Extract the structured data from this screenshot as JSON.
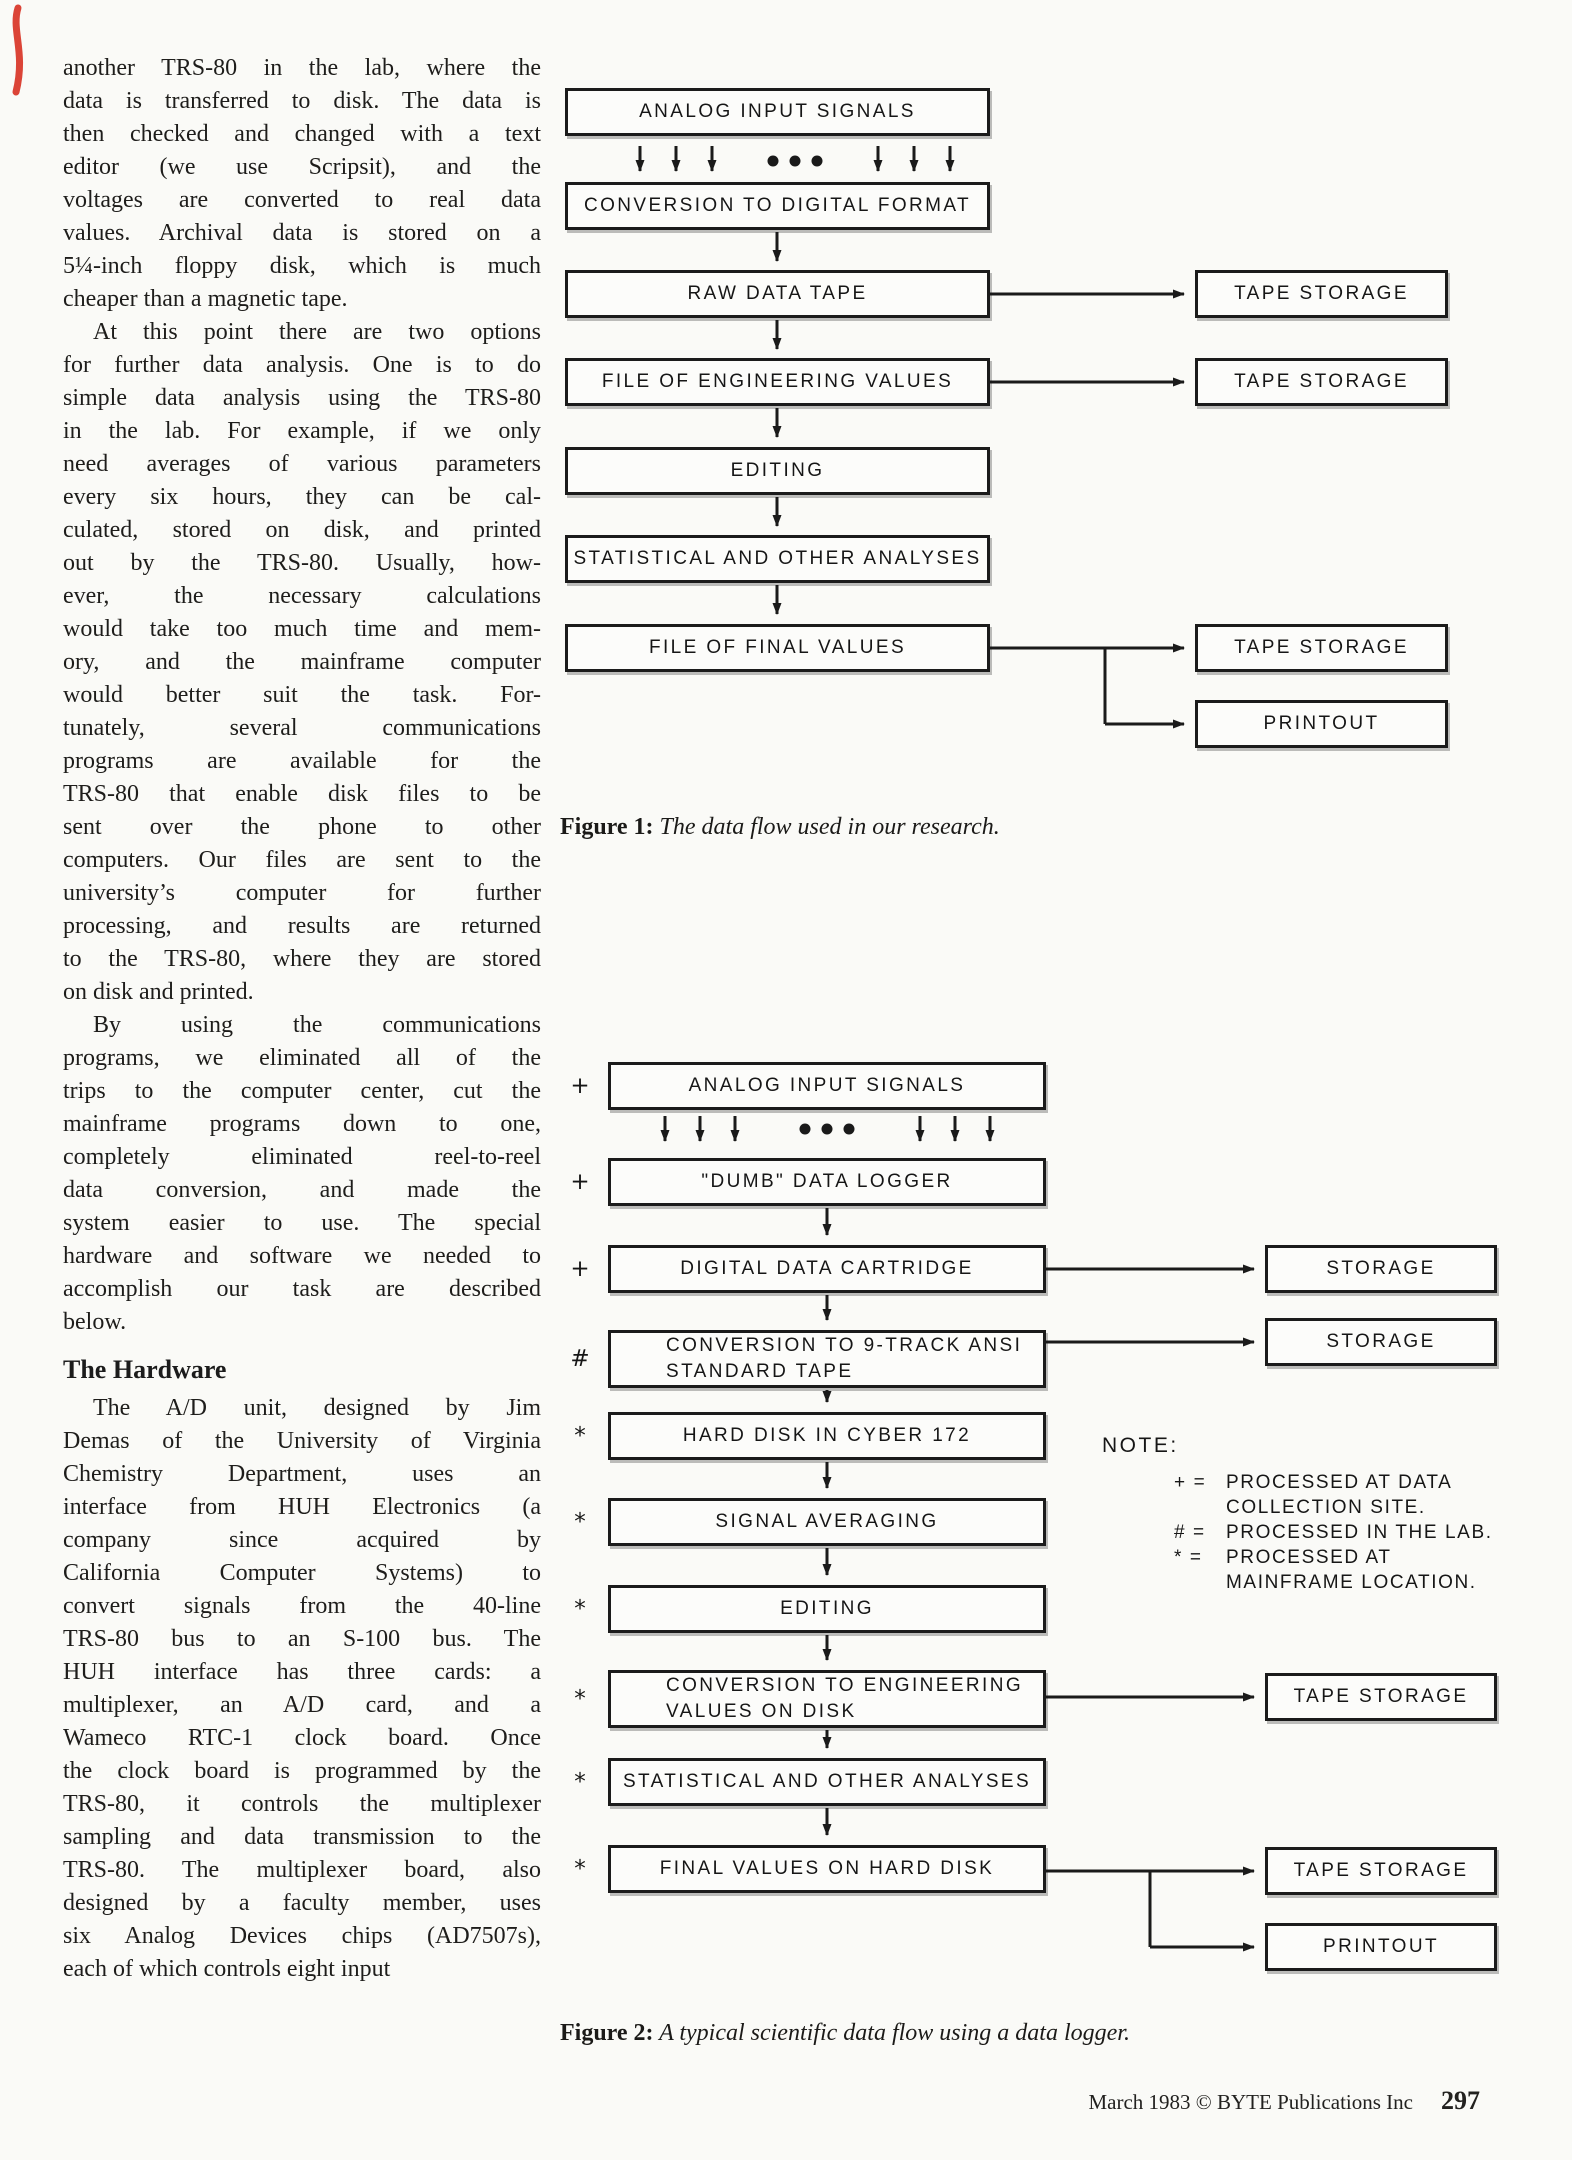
{
  "article": {
    "paragraphs": [
      {
        "lines": [
          "another TRS-80 in the lab, where the",
          "data is transferred to disk. The data is",
          "then checked and changed with a text",
          "editor (we use Scripsit), and the",
          "voltages are converted to real data",
          "values. Archival data is stored on a",
          "5¼-inch floppy disk, which is much",
          "cheaper than a magnetic tape."
        ]
      },
      {
        "lines": [
          "At this point there are two options",
          "for further data analysis. One is to do",
          "simple data analysis using the TRS-80",
          "in the lab. For example, if we only",
          "need averages of various parameters",
          "every six hours, they can be cal-",
          "culated, stored on disk, and printed",
          "out by the TRS-80. Usually, how-",
          "ever, the necessary calculations",
          "would take too much time and mem-",
          "ory, and the mainframe computer",
          "would better suit the task. For-",
          "tunately, several communications",
          "programs are available for the",
          "TRS-80 that enable disk files to be",
          "sent over the phone to other",
          "computers. Our files are sent to the",
          "university’s computer for further",
          "processing, and results are returned",
          "to the TRS-80, where they are stored",
          "on disk and printed."
        ]
      },
      {
        "lines": [
          "By using the communications",
          "programs, we eliminated all of the",
          "trips to the computer center, cut the",
          "mainframe programs down to one,",
          "completely eliminated reel-to-reel",
          "data conversion, and made the",
          "system easier to use. The special",
          "hardware and software we needed to",
          "accomplish our task are described",
          "below."
        ]
      },
      {
        "lines": [
          "The A/D unit, designed by Jim",
          "Demas of the University of Virginia",
          "Chemistry Department, uses an",
          "interface from HUH Electronics (a",
          "company since acquired by",
          "California Computer Systems) to",
          "convert signals from the 40-line",
          "TRS-80 bus to an S-100 bus. The",
          "HUH interface has three cards: a",
          "multiplexer, an A/D card, and a",
          "Wameco RTC-1 clock board. Once",
          "the clock board is programmed by the",
          "TRS-80, it controls the multiplexer",
          "sampling and data transmission to the",
          "TRS-80. The multiplexer board, also",
          "designed by a faculty member, uses",
          "six Analog Devices chips (AD7507s),",
          "each of which controls eight input"
        ]
      }
    ],
    "heading": "The Hardware"
  },
  "figure1": {
    "caption_label": "Figure 1:",
    "caption_text": " The data flow used in our research.",
    "main_boxes": [
      "ANALOG INPUT SIGNALS",
      "CONVERSION TO DIGITAL FORMAT",
      "RAW DATA TAPE",
      "FILE OF ENGINEERING VALUES",
      "EDITING",
      "STATISTICAL AND OTHER ANALYSES",
      "FILE OF FINAL VALUES"
    ],
    "side_boxes": [
      "TAPE STORAGE",
      "TAPE STORAGE",
      "TAPE STORAGE",
      "PRINTOUT"
    ]
  },
  "figure2": {
    "caption_label": "Figure 2:",
    "caption_text": " A typical scientific data flow using a data logger.",
    "main_boxes": [
      {
        "symbol": "+",
        "lines": [
          "ANALOG INPUT SIGNALS"
        ]
      },
      {
        "symbol": "+",
        "lines": [
          "\"DUMB\" DATA LOGGER"
        ]
      },
      {
        "symbol": "+",
        "lines": [
          "DIGITAL DATA CARTRIDGE"
        ]
      },
      {
        "symbol": "#",
        "lines": [
          "CONVERSION TO 9-TRACK ANSI",
          "STANDARD TAPE"
        ]
      },
      {
        "symbol": "*",
        "lines": [
          "HARD DISK IN CYBER 172"
        ]
      },
      {
        "symbol": "*",
        "lines": [
          "SIGNAL AVERAGING"
        ]
      },
      {
        "symbol": "*",
        "lines": [
          "EDITING"
        ]
      },
      {
        "symbol": "*",
        "lines": [
          "CONVERSION TO ENGINEERING",
          "VALUES ON DISK"
        ]
      },
      {
        "symbol": "*",
        "lines": [
          "STATISTICAL AND OTHER ANALYSES"
        ]
      },
      {
        "symbol": "*",
        "lines": [
          "FINAL VALUES ON HARD DISK"
        ]
      }
    ],
    "side_boxes": [
      "STORAGE",
      "STORAGE",
      "TAPE STORAGE",
      "TAPE STORAGE",
      "PRINTOUT"
    ],
    "note": {
      "title": "NOTE:",
      "items": [
        {
          "symbol": "+ =",
          "lines": [
            "PROCESSED AT DATA",
            "COLLECTION SITE."
          ]
        },
        {
          "symbol": "# =",
          "lines": [
            "PROCESSED IN THE LAB."
          ]
        },
        {
          "symbol": "* =",
          "lines": [
            "PROCESSED AT",
            "MAINFRAME LOCATION."
          ]
        }
      ]
    }
  },
  "footer": {
    "text": "March 1983 © BYTE Publications Inc",
    "page": "297"
  }
}
